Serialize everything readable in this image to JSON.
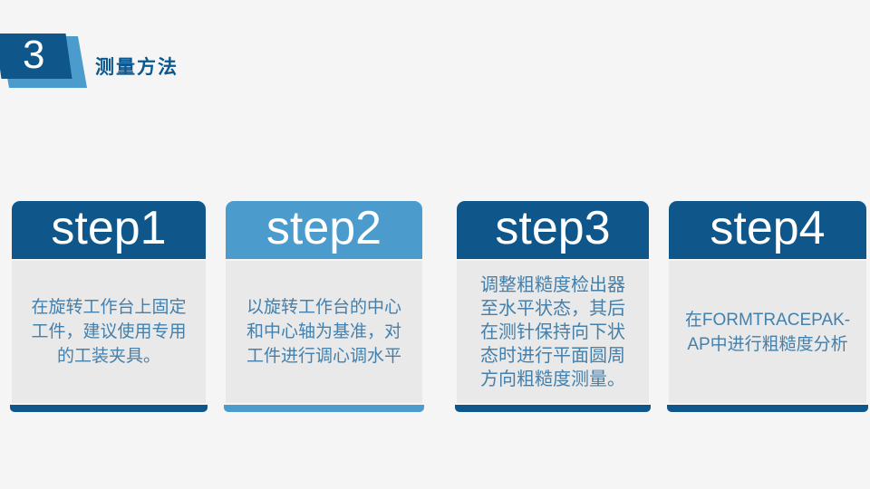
{
  "header": {
    "section_number": "3",
    "title": "测量方法"
  },
  "steps": [
    {
      "label": "step1",
      "theme": "dark",
      "body": "在旋转工作台上固定\n工件，建议使用专用\n的工装夹具。"
    },
    {
      "label": "step2",
      "theme": "light",
      "body": "以旋转工作台的中心\n和中心轴为基准，对\n工件进行调心调水平"
    },
    {
      "label": "step3",
      "theme": "dark",
      "body": "调整粗糙度检出器\n至水平状态，其后\n在测针保持向下状\n态时进行平面圆周\n方向粗糙度测量。"
    },
    {
      "label": "step4",
      "theme": "dark",
      "body": "在FORMTRACEPAK-\nAP中进行粗糙度分析"
    }
  ],
  "colors": {
    "dark_blue": "#0f578a",
    "light_blue": "#4c9bcd",
    "card_body_bg": "#e9e9e9",
    "page_bg": "#f5f5f6",
    "body_text": "#4480ac",
    "title_text": "#0b578f"
  }
}
